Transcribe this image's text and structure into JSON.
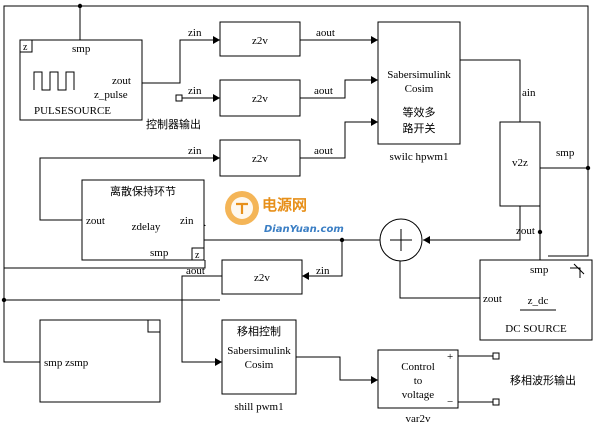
{
  "pulse_source": {
    "corner": "z",
    "smp": "smp",
    "zout": "zout",
    "z_pulse": "z_pulse",
    "name": "PULSESOURCE"
  },
  "z2v_1": {
    "label": "z2v",
    "in": "zin",
    "out": "aout"
  },
  "z2v_2": {
    "label": "z2v",
    "in": "zin",
    "out": "aout"
  },
  "z2v_3": {
    "label": "z2v",
    "in": "zin",
    "out": "aout"
  },
  "z2v_4": {
    "label": "z2v",
    "in": "zin",
    "out": "aout"
  },
  "controller_output": "控制器输出",
  "saber_top": {
    "line1": "Sabersimulink",
    "line2": "Cosim",
    "line3": "等效多",
    "line4": "路开关",
    "name": "swilc hpwm1"
  },
  "v2z": {
    "label": "v2z",
    "in": "ain",
    "smp": "smp",
    "out": "zout"
  },
  "zoh": {
    "title": "离散保持环节",
    "zout": "zout",
    "name": "zdelay",
    "zin": "zin",
    "corner": "z",
    "smp": "smp"
  },
  "dc_source": {
    "smp": "smp",
    "zout": "zout",
    "name": "z_dc",
    "title": "DC SOURCE"
  },
  "zsmp": {
    "label": "smp zsmp"
  },
  "saber_bottom": {
    "title": "移相控制",
    "line1": "Sabersimulink",
    "line2": "Cosim",
    "name": "shill pwm1"
  },
  "var2v": {
    "line1": "Control",
    "line2": "to",
    "line3": "voltage",
    "plus": "+",
    "minus": "−",
    "name": "var2v"
  },
  "phase_output": "移相波形输出",
  "watermark": {
    "brand": "电源网",
    "url": "DianYuan.com"
  }
}
